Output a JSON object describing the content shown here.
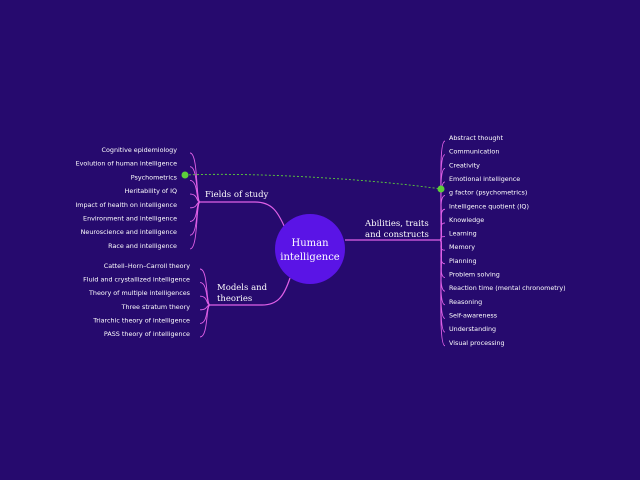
{
  "center": {
    "line1": "Human",
    "line2": "intelligence"
  },
  "branches": {
    "fields": {
      "label": "Fields of study",
      "items": [
        "Cognitive epidemiology",
        "Evolution of human intelligence",
        "Psychometrics",
        "Heritability of IQ",
        "Impact of health on intelligence",
        "Environment and intelligence",
        "Neuroscience and intelligence",
        "Race and intelligence"
      ]
    },
    "models": {
      "label_line1": "Models and",
      "label_line2": "theories",
      "items": [
        "Cattell–Horn–Carroll theory",
        "Fluid and crystallized intelligence",
        "Theory of multiple intelligences",
        "Three stratum theory",
        "Triarchic theory of intelligence",
        "PASS theory of intelligence"
      ]
    },
    "abilities": {
      "label_line1": "Abilities, traits",
      "label_line2": "and constructs",
      "items": [
        "Abstract thought",
        "Communication",
        "Creativity",
        "Emotional intelligence",
        "g factor (psychometrics)",
        "Intelligence quotient (IQ)",
        "Knowledge",
        "Learning",
        "Memory",
        "Planning",
        "Problem solving",
        "Reaction time (mental chronometry)",
        "Reasoning",
        "Self-awareness",
        "Understanding",
        "Visual processing"
      ]
    }
  },
  "colors": {
    "background": "#260a6e",
    "center_fill": "#5a14e6",
    "connector": "#e060e8",
    "relationship": "#5ccf3a",
    "text": "#ffffff"
  },
  "relationship": {
    "from": "Psychometrics",
    "to": "g factor (psychometrics)"
  }
}
